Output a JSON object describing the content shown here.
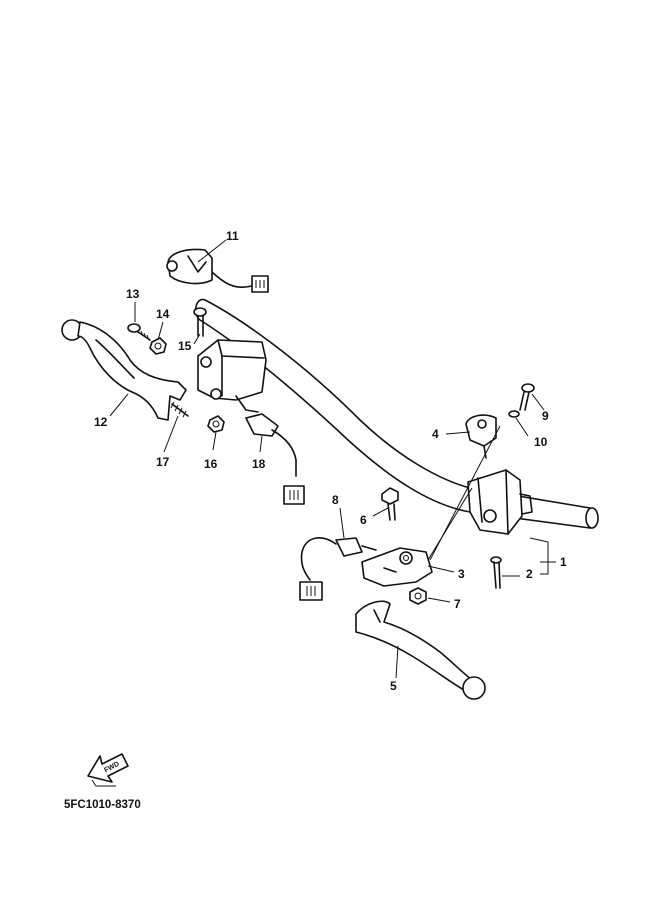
{
  "callouts": [
    {
      "id": "1",
      "text": "1"
    },
    {
      "id": "2",
      "text": "2"
    },
    {
      "id": "3",
      "text": "3"
    },
    {
      "id": "4",
      "text": "4"
    },
    {
      "id": "5",
      "text": "5"
    },
    {
      "id": "6",
      "text": "6"
    },
    {
      "id": "7",
      "text": "7"
    },
    {
      "id": "8",
      "text": "8"
    },
    {
      "id": "9",
      "text": "9"
    },
    {
      "id": "10",
      "text": "10"
    },
    {
      "id": "11",
      "text": "11"
    },
    {
      "id": "12",
      "text": "12"
    },
    {
      "id": "13",
      "text": "13"
    },
    {
      "id": "14",
      "text": "14"
    },
    {
      "id": "15",
      "text": "15"
    },
    {
      "id": "16",
      "text": "16"
    },
    {
      "id": "17",
      "text": "17"
    },
    {
      "id": "18",
      "text": "18"
    }
  ],
  "fwd_label": "FWD",
  "diagram_code": "5FC1010-8370"
}
